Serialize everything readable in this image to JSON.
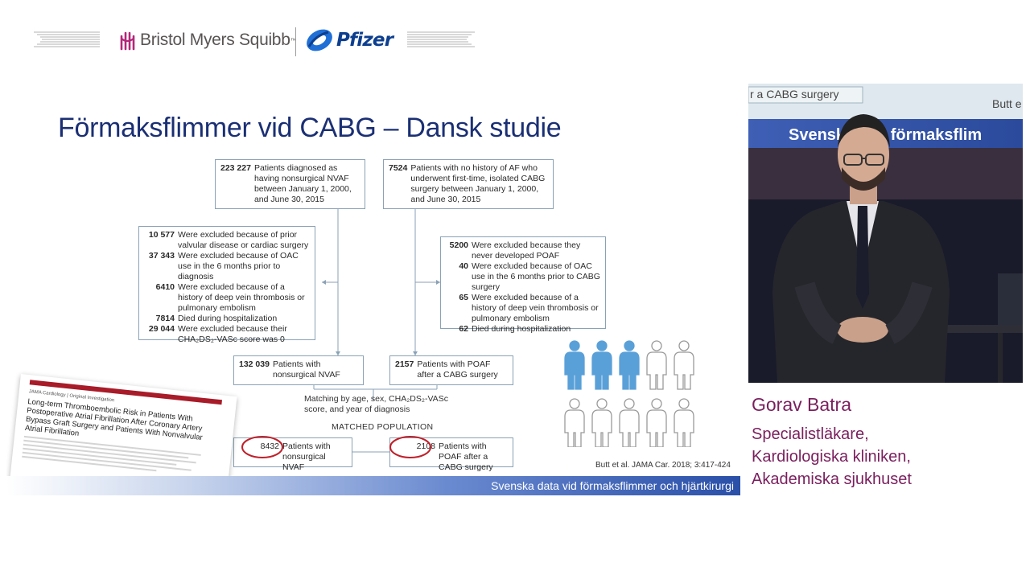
{
  "header": {
    "bms_label": "Bristol Myers Squibb",
    "bms_tm": "™",
    "pfizer_label": "Pfizer"
  },
  "slide": {
    "title": "Förmaksflimmer vid CABG – Dansk studie",
    "flowchart": {
      "top_left": {
        "number": "223 227",
        "text": "Patients diagnosed as having nonsurgical NVAF between January 1, 2000, and June 30, 2015"
      },
      "top_right": {
        "number": "7524",
        "text": "Patients with no history of AF who underwent first-time, isolated CABG surgery between January 1, 2000, and June 30, 2015"
      },
      "excl_left": [
        {
          "number": "10 577",
          "text": "Were excluded because of prior valvular disease or cardiac surgery"
        },
        {
          "number": "37 343",
          "text": "Were excluded because of OAC use in the 6 months prior to diagnosis"
        },
        {
          "number": "6410",
          "text": "Were excluded because of a history of deep vein thrombosis or pulmonary embolism"
        },
        {
          "number": "7814",
          "text": "Died during hospitalization"
        },
        {
          "number": "29 044",
          "text": "Were excluded because their CHA₂DS₂-VASc score was 0"
        }
      ],
      "excl_right": [
        {
          "number": "5200",
          "text": "Were excluded because they never developed POAF"
        },
        {
          "number": "40",
          "text": "Were excluded because of OAC use in the 6 months prior to CABG surgery"
        },
        {
          "number": "65",
          "text": "Were excluded because of a history of deep vein thrombosis or pulmonary embolism"
        },
        {
          "number": "62",
          "text": "Died during hospitalization"
        }
      ],
      "mid_left": {
        "number": "132 039",
        "text": "Patients with nonsurgical NVAF"
      },
      "mid_right": {
        "number": "2157",
        "text": "Patients with POAF after a CABG surgery"
      },
      "matching_text": "Matching by age, sex, CHA₂DS₂-VASc score, and year of diagnosis",
      "matched_label": "MATCHED POPULATION",
      "bottom_left": {
        "number": "8432",
        "text": "Patients with nonsurgical NVAF"
      },
      "bottom_right": {
        "number": "2108",
        "text": "Patients with POAF after a CABG surgery"
      }
    },
    "paper": {
      "journal": "JAMA Cardiology | Original Investigation",
      "title": "Long-term Thromboembolic Risk in Patients With Postoperative Atrial Fibrillation After Coronary Artery Bypass Graft Surgery and Patients With Nonvalvular Atrial Fibrillation"
    },
    "people_icons": {
      "highlighted": 3,
      "total": 10,
      "highlight_color": "#5aa0d8"
    },
    "citation": "Butt et al. JAMA Car. 2018; 3:417-424",
    "footer_banner": "Svenska data vid förmaksflimmer och hjärtkirurgi"
  },
  "video": {
    "screen_line_1": "r a CABG surgery",
    "screen_line_2": "Butt e",
    "screen_banner": "Svensk   a vid förmaksflim"
  },
  "speaker": {
    "name": "Gorav Batra",
    "title": "Specialistläkare,",
    "department": "Kardiologiska kliniken,",
    "hospital": "Akademiska sjukhuset"
  },
  "colors": {
    "title_blue": "#1a2f74",
    "speaker_purple": "#7a1f5e",
    "highlight_ring": "#c0202a",
    "pfizer_blue": "#0d3f8f"
  }
}
